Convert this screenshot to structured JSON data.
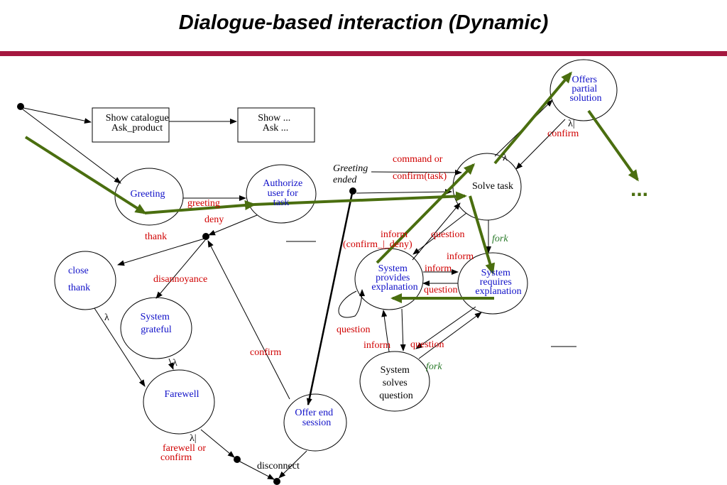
{
  "title": "Dialogue-based interaction (Dynamic)",
  "states": {
    "show_catalogue": [
      "Show catalogue",
      "Ask_product"
    ],
    "show_ask": [
      "Show ...",
      "Ask ..."
    ],
    "greeting": [
      "Greeting"
    ],
    "authorize": [
      "Authorize",
      "user for",
      "task"
    ],
    "solve_task": [
      "Solve task"
    ],
    "offers_partial": [
      "Offers",
      "partial",
      "solution"
    ],
    "close_thank": [
      "close",
      "thank"
    ],
    "system_grateful": [
      "System",
      "grateful"
    ],
    "farewell": [
      "Farewell"
    ],
    "offer_end": [
      "Offer end",
      "session"
    ],
    "provides_explanation": [
      "System",
      "provides",
      "explanation"
    ],
    "requires_explanation": [
      "System",
      "requires",
      "explanation"
    ],
    "solves_question": [
      "System",
      "solves",
      "question"
    ]
  },
  "labels": {
    "greeting_ended": [
      "Greeting",
      "ended"
    ],
    "command_or": "command or",
    "confirm_task": "confirm(task)",
    "greeting": "greeting",
    "deny": "deny",
    "thank": "thank",
    "disannoyance": "disannoyance",
    "confirm": "confirm",
    "lambda_confirm_top": [
      "λ|",
      "confirm"
    ],
    "lambda": "λ",
    "inform": "inform",
    "confirm_deny": "(confirm_|_deny)",
    "question": "question",
    "fork": "fork",
    "farewell_or_confirm": [
      "λ|",
      "farewell  or",
      "confirm"
    ],
    "disconnect": "disconnect",
    "ellipsis": "..."
  },
  "colors": {
    "title_rule": "#a5173f",
    "state_text": "#1010c8",
    "event_text": "#d00000",
    "fork_text": "#2a7a2a",
    "path_arrow": "#4a6e0f"
  }
}
